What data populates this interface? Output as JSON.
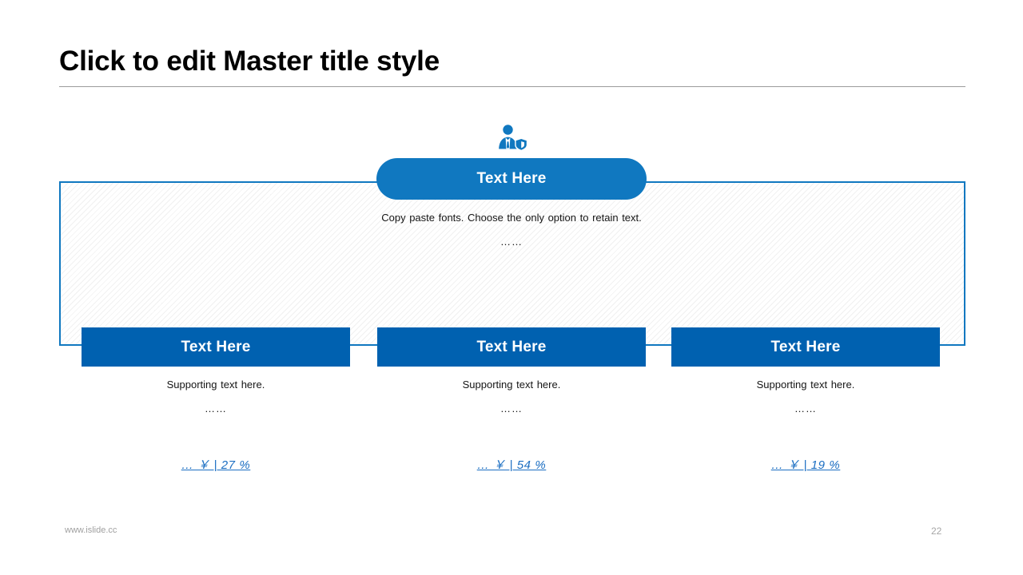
{
  "slide": {
    "title": "Click to edit Master title style",
    "page_number": "22",
    "website": "www.islide.cc",
    "accent_light": "#1078c0",
    "accent_dark": "#0061b0",
    "link_color": "#1b6ec2",
    "rule_color": "#9b9b9b"
  },
  "top_node": {
    "icon": "user-shield-icon",
    "label": "Text Here",
    "description": "Copy paste fonts. Choose the only option to retain text.",
    "dots": "……"
  },
  "columns": [
    {
      "label": "Text Here",
      "support": "Supporting text here.",
      "dots": "……",
      "link": "…  ￥ | 27 %"
    },
    {
      "label": "Text Here",
      "support": "Supporting text here.",
      "dots": "……",
      "link": "…  ￥ | 54 %"
    },
    {
      "label": "Text Here",
      "support": "Supporting text here.",
      "dots": "……",
      "link": "…  ￥ | 19 %"
    }
  ]
}
